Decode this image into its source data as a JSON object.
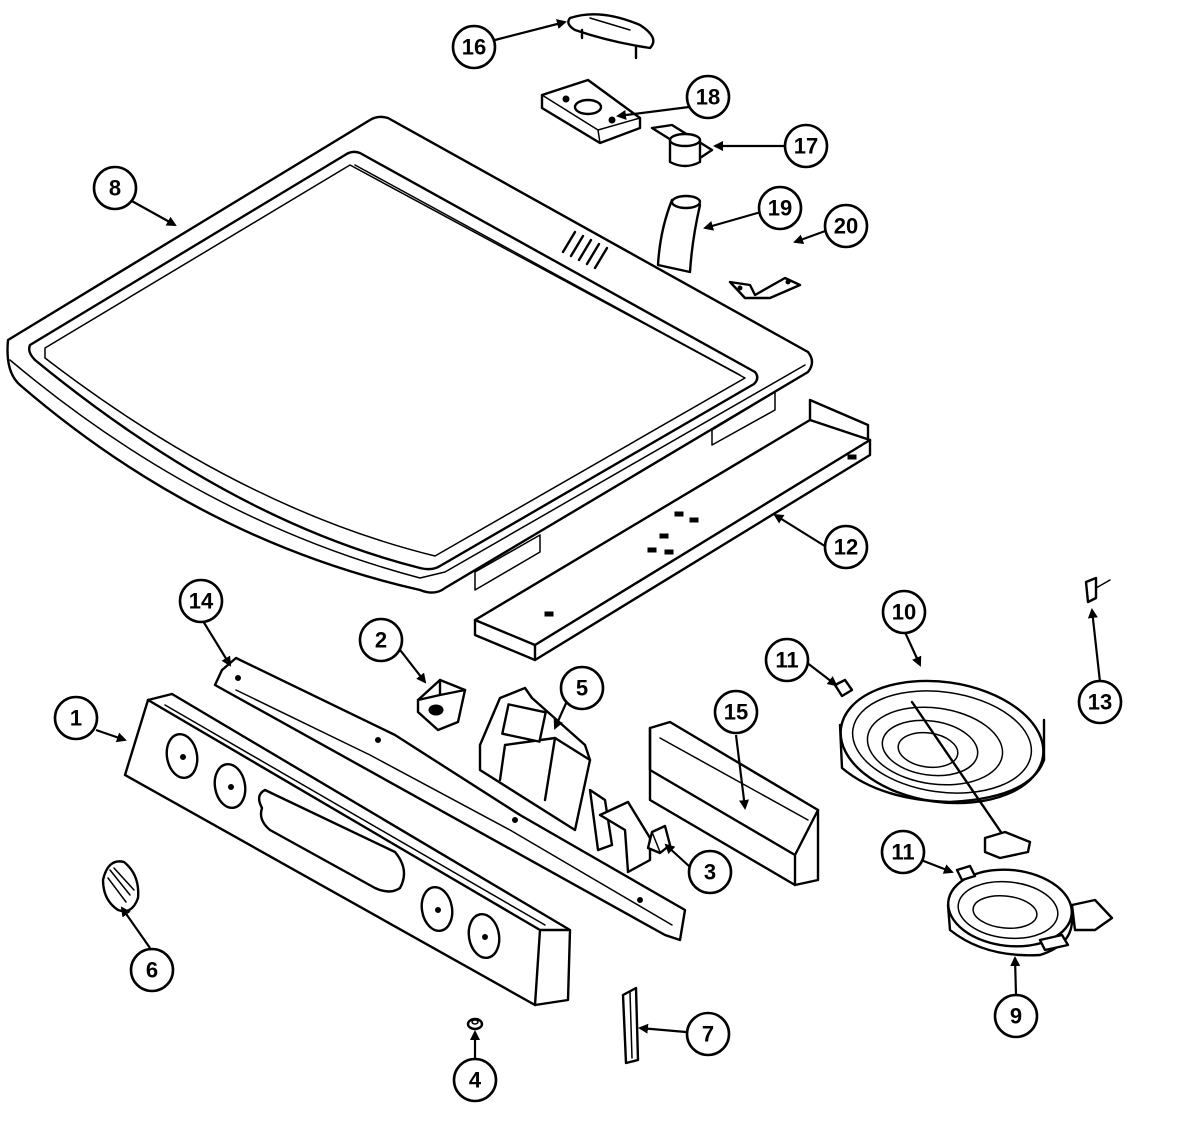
{
  "callouts": [
    {
      "id": "c1",
      "label": "1"
    },
    {
      "id": "c2",
      "label": "2"
    },
    {
      "id": "c3",
      "label": "3"
    },
    {
      "id": "c4",
      "label": "4"
    },
    {
      "id": "c5",
      "label": "5"
    },
    {
      "id": "c6",
      "label": "6"
    },
    {
      "id": "c7",
      "label": "7"
    },
    {
      "id": "c8",
      "label": "8"
    },
    {
      "id": "c9",
      "label": "9"
    },
    {
      "id": "c10",
      "label": "10"
    },
    {
      "id": "c11a",
      "label": "11"
    },
    {
      "id": "c11b",
      "label": "11"
    },
    {
      "id": "c12",
      "label": "12"
    },
    {
      "id": "c13",
      "label": "13"
    },
    {
      "id": "c14",
      "label": "14"
    },
    {
      "id": "c15",
      "label": "15"
    },
    {
      "id": "c16",
      "label": "16"
    },
    {
      "id": "c17",
      "label": "17"
    },
    {
      "id": "c18",
      "label": "18"
    },
    {
      "id": "c19",
      "label": "19"
    },
    {
      "id": "c20",
      "label": "20"
    }
  ]
}
